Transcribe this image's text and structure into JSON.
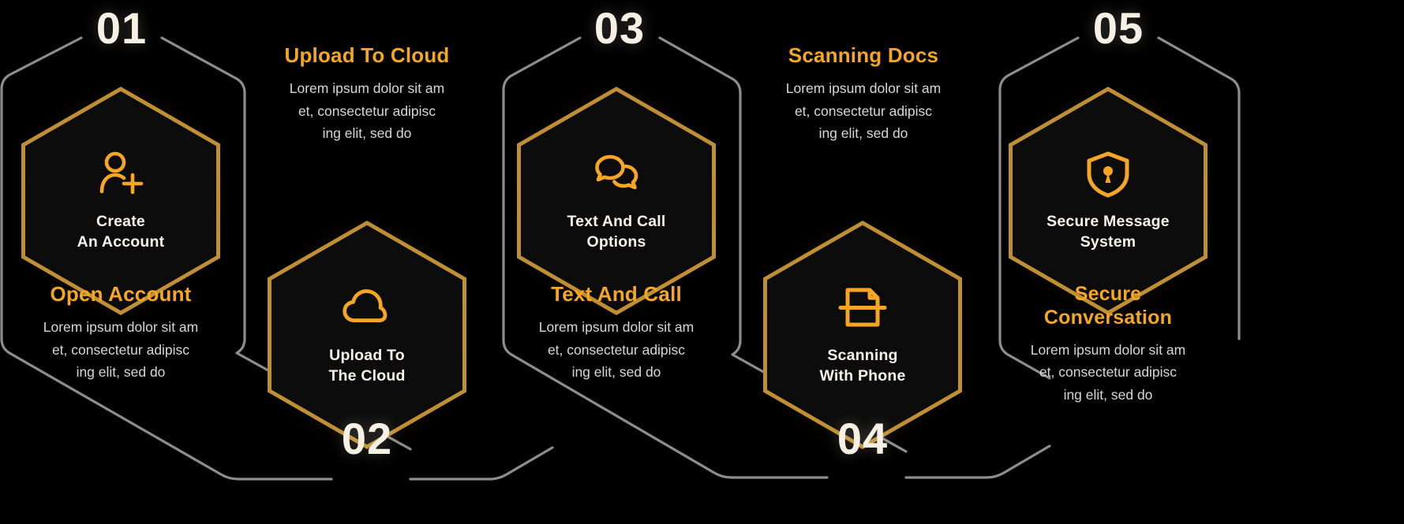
{
  "theme": {
    "background": "#000000",
    "accent_orange": "#f5a623",
    "hex_border_gold": "#c08f33",
    "number_cream": "#f6f1e4",
    "body_text": "#d7d7d7",
    "connector_gray": "#8d8d90"
  },
  "steps": [
    {
      "number": "01",
      "icon": "add-user-icon",
      "hex_label": "Create\nAn Account",
      "caption_title": "Open Account",
      "caption_body": "Lorem ipsum dolor sit am\net, consectetur adipisc\ning elit, sed do",
      "position": "top"
    },
    {
      "number": "02",
      "icon": "cloud-upload-icon",
      "hex_label": "Upload To\nThe Cloud",
      "caption_title": "Upload To Cloud",
      "caption_body": "Lorem ipsum dolor sit am\net, consectetur adipisc\ning elit, sed do",
      "position": "bottom"
    },
    {
      "number": "03",
      "icon": "chat-bubbles-icon",
      "hex_label": "Text And Call\nOptions",
      "caption_title": "Text And Call",
      "caption_body": "Lorem ipsum dolor sit am\net, consectetur adipisc\ning elit, sed do",
      "position": "top"
    },
    {
      "number": "04",
      "icon": "document-scan-icon",
      "hex_label": "Scanning\nWith Phone",
      "caption_title": "Scanning Docs",
      "caption_body": "Lorem ipsum dolor sit am\net, consectetur adipisc\ning elit, sed do",
      "position": "bottom"
    },
    {
      "number": "05",
      "icon": "shield-lock-icon",
      "hex_label": "Secure Message\nSystem",
      "caption_title": "Secure\nConversation",
      "caption_body": "Lorem ipsum dolor sit am\net, consectetur adipisc\ning elit, sed do",
      "position": "top"
    }
  ]
}
